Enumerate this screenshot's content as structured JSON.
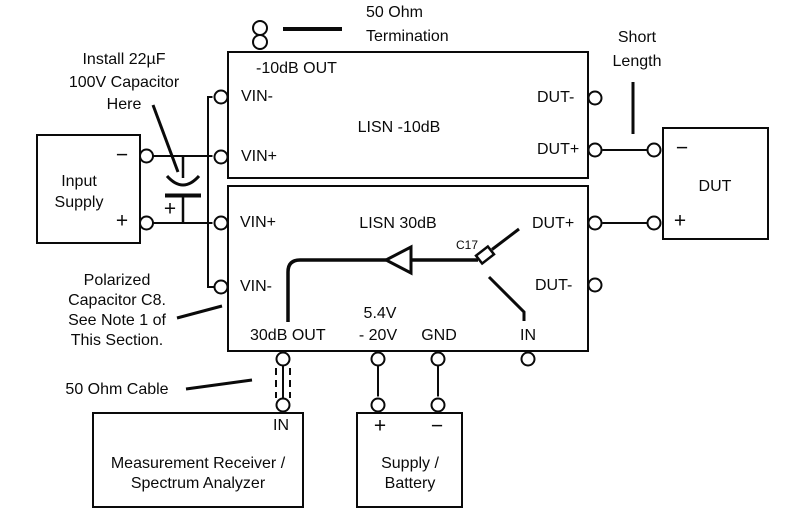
{
  "annotations": {
    "install_capacitor": {
      "line1": "Install 22µF",
      "line2": "100V Capacitor",
      "line3": "Here"
    },
    "termination": {
      "line1": "50 Ohm",
      "line2": "Termination"
    },
    "short_length": {
      "line1": "Short",
      "line2": "Length"
    },
    "polarized_note": {
      "line1": "Polarized",
      "line2": "Capacitor C8.",
      "line3": "See Note 1 of",
      "line4": "This Section."
    },
    "cable_label": "50 Ohm Cable"
  },
  "boxes": {
    "input_supply": {
      "line1": "Input",
      "line2": "Supply",
      "minus": "−",
      "plus": "+"
    },
    "lisn_10db": {
      "title": "LISN -10dB",
      "out": "-10dB OUT",
      "vin_minus": "VIN-",
      "vin_plus": "VIN+",
      "dut_minus": "DUT-",
      "dut_plus": "DUT+"
    },
    "lisn_30db": {
      "title": "LISN 30dB",
      "vin_plus": "VIN+",
      "vin_minus": "VIN-",
      "dut_plus": "DUT+",
      "dut_minus": "DUT-",
      "cap_ref": "C17",
      "out": "30dB OUT",
      "supply_line1": "5.4V",
      "supply_line2": "- 20V",
      "gnd": "GND",
      "in": "IN"
    },
    "dut": {
      "title": "DUT",
      "minus": "−",
      "plus": "+"
    },
    "receiver": {
      "in": "IN",
      "line1": "Measurement Receiver /",
      "line2": "Spectrum Analyzer"
    },
    "battery": {
      "plus": "+",
      "minus": "−",
      "line1": "Supply /",
      "line2": "Battery"
    }
  },
  "colors": {
    "ink": "#0a0a0a",
    "background": "#ffffff"
  }
}
